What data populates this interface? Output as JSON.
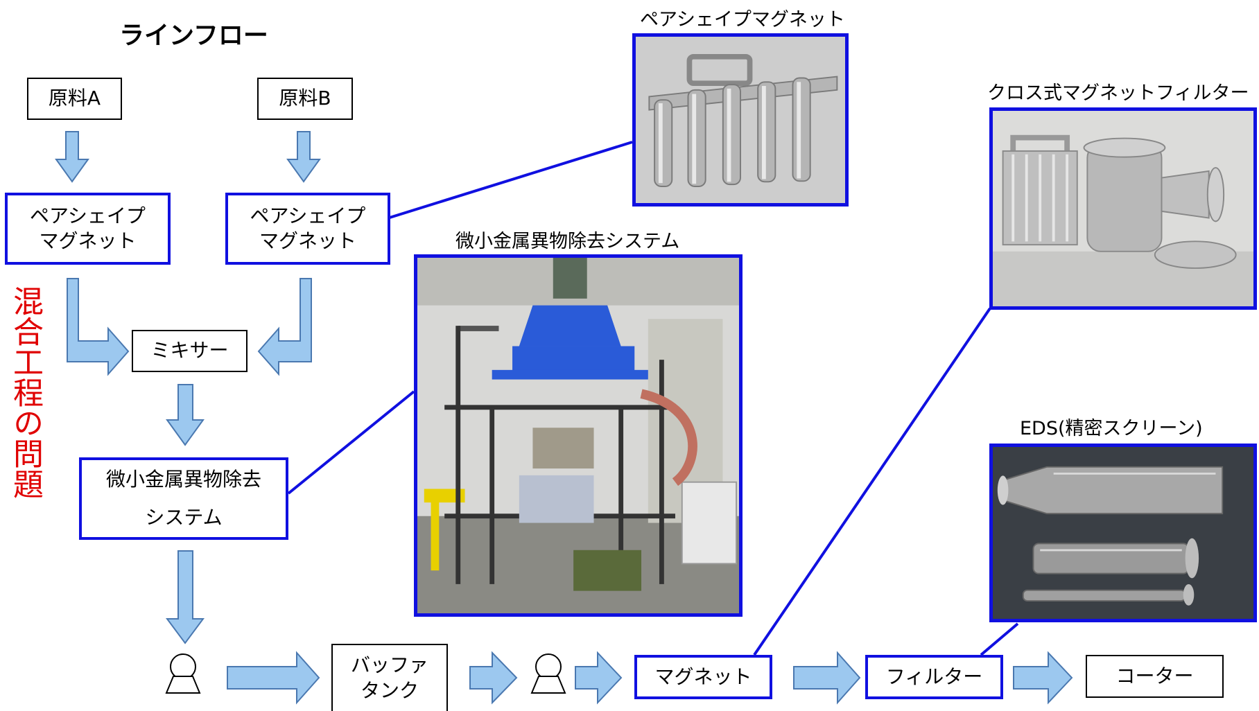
{
  "title": "ラインフロー",
  "side_label": "混合工程の問題",
  "nodes": {
    "raw_a": "原料A",
    "raw_b": "原料B",
    "magnet_a": [
      "ペアシェイプ",
      "マグネット"
    ],
    "magnet_b": [
      "ペアシェイプ",
      "マグネット"
    ],
    "mixer": "ミキサー",
    "removal_system": [
      "微小金属異物除去",
      "システム"
    ],
    "buffer_tank": [
      "バッファ",
      "タンク"
    ],
    "magnet": "マグネット",
    "filter": "フィルター",
    "coater": "コーター"
  },
  "photos": {
    "pear_magnet": "ペアシェイプマグネット",
    "removal_system": "微小金属異物除去システム",
    "cross_filter": "クロス式マグネットフィルター",
    "eds": "EDS(精密スクリーン)"
  },
  "colors": {
    "box_border_blue": "#1010e0",
    "arrow_fill": "#9cc8ef",
    "arrow_stroke": "#4a78b0",
    "side_label": "#e00000"
  }
}
